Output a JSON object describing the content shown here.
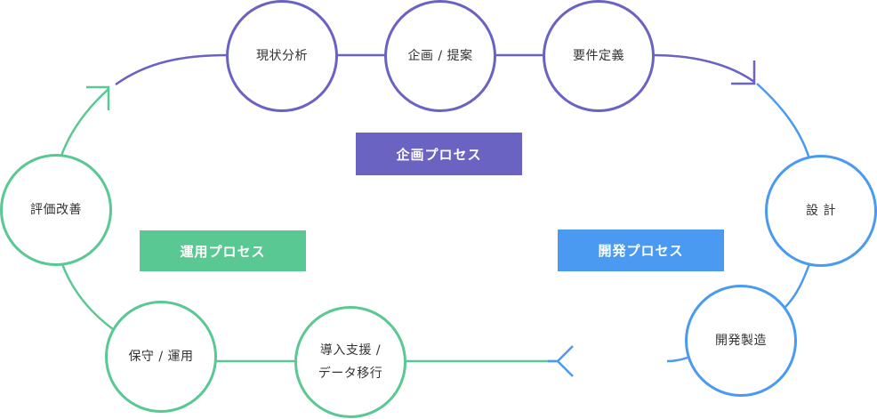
{
  "colors": {
    "plan": "#6a63c2",
    "dev": "#4a9af2",
    "ops": "#5ac893"
  },
  "labels": {
    "plan": "企画プロセス",
    "dev": "開発プロセス",
    "ops": "運用プロセス"
  },
  "nodes": {
    "analysis": "現状分析",
    "proposal": "企画 / 提案",
    "requirements": "要件定義",
    "design": "設 計",
    "manufacturing": "開発製造",
    "rollout_line1": "導入支援 /",
    "rollout_line2": "データ移行",
    "maintenance": "保守 / 運用",
    "evaluation": "評価改善"
  }
}
